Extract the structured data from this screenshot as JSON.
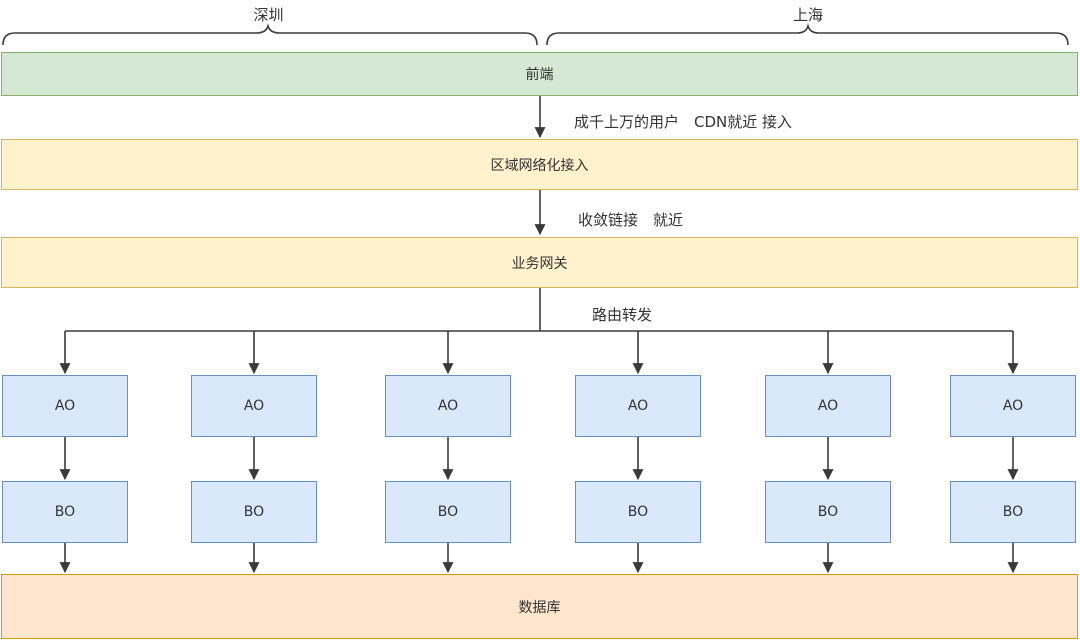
{
  "regions": [
    {
      "label": "深圳"
    },
    {
      "label": "上海"
    }
  ],
  "layers": {
    "frontend": {
      "label": "前端",
      "fill": "#d5e8d4",
      "stroke": "#82b366"
    },
    "regional_access": {
      "label": "区域网络化接入",
      "fill": "#fff2cc",
      "stroke": "#d6b656"
    },
    "gateway": {
      "label": "业务网关",
      "fill": "#fff2cc",
      "stroke": "#d6b656"
    },
    "database": {
      "label": "数据库",
      "fill": "#ffe6cc",
      "stroke": "#d79b00"
    }
  },
  "edges": {
    "frontend_to_access": "成千上万的用户　CDN就近 接入",
    "access_to_gateway": "收敛链接　就近",
    "gateway_fanout": "路由转发"
  },
  "columns": [
    {
      "ao": "AO",
      "bo": "BO"
    },
    {
      "ao": "AO",
      "bo": "BO"
    },
    {
      "ao": "AO",
      "bo": "BO"
    },
    {
      "ao": "AO",
      "bo": "BO"
    },
    {
      "ao": "AO",
      "bo": "BO"
    },
    {
      "ao": "AO",
      "bo": "BO"
    }
  ],
  "node_style": {
    "fill": "#dae8fc",
    "stroke": "#6c8ebf"
  },
  "line_color": "#3a3a3a"
}
